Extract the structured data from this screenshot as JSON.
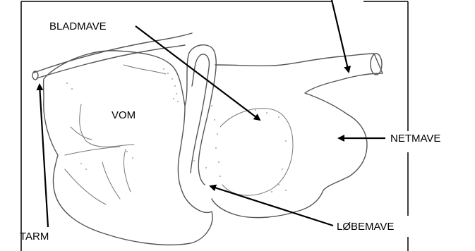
{
  "labels": {
    "bladmave": "BLADMAVE",
    "vom": "VOM",
    "netmave": "NETMAVE",
    "lobemave": "LØBEMAVE",
    "tarm": "TARM"
  },
  "colors": {
    "ink": "#000000",
    "outline": "#555555",
    "background": "#ffffff"
  }
}
